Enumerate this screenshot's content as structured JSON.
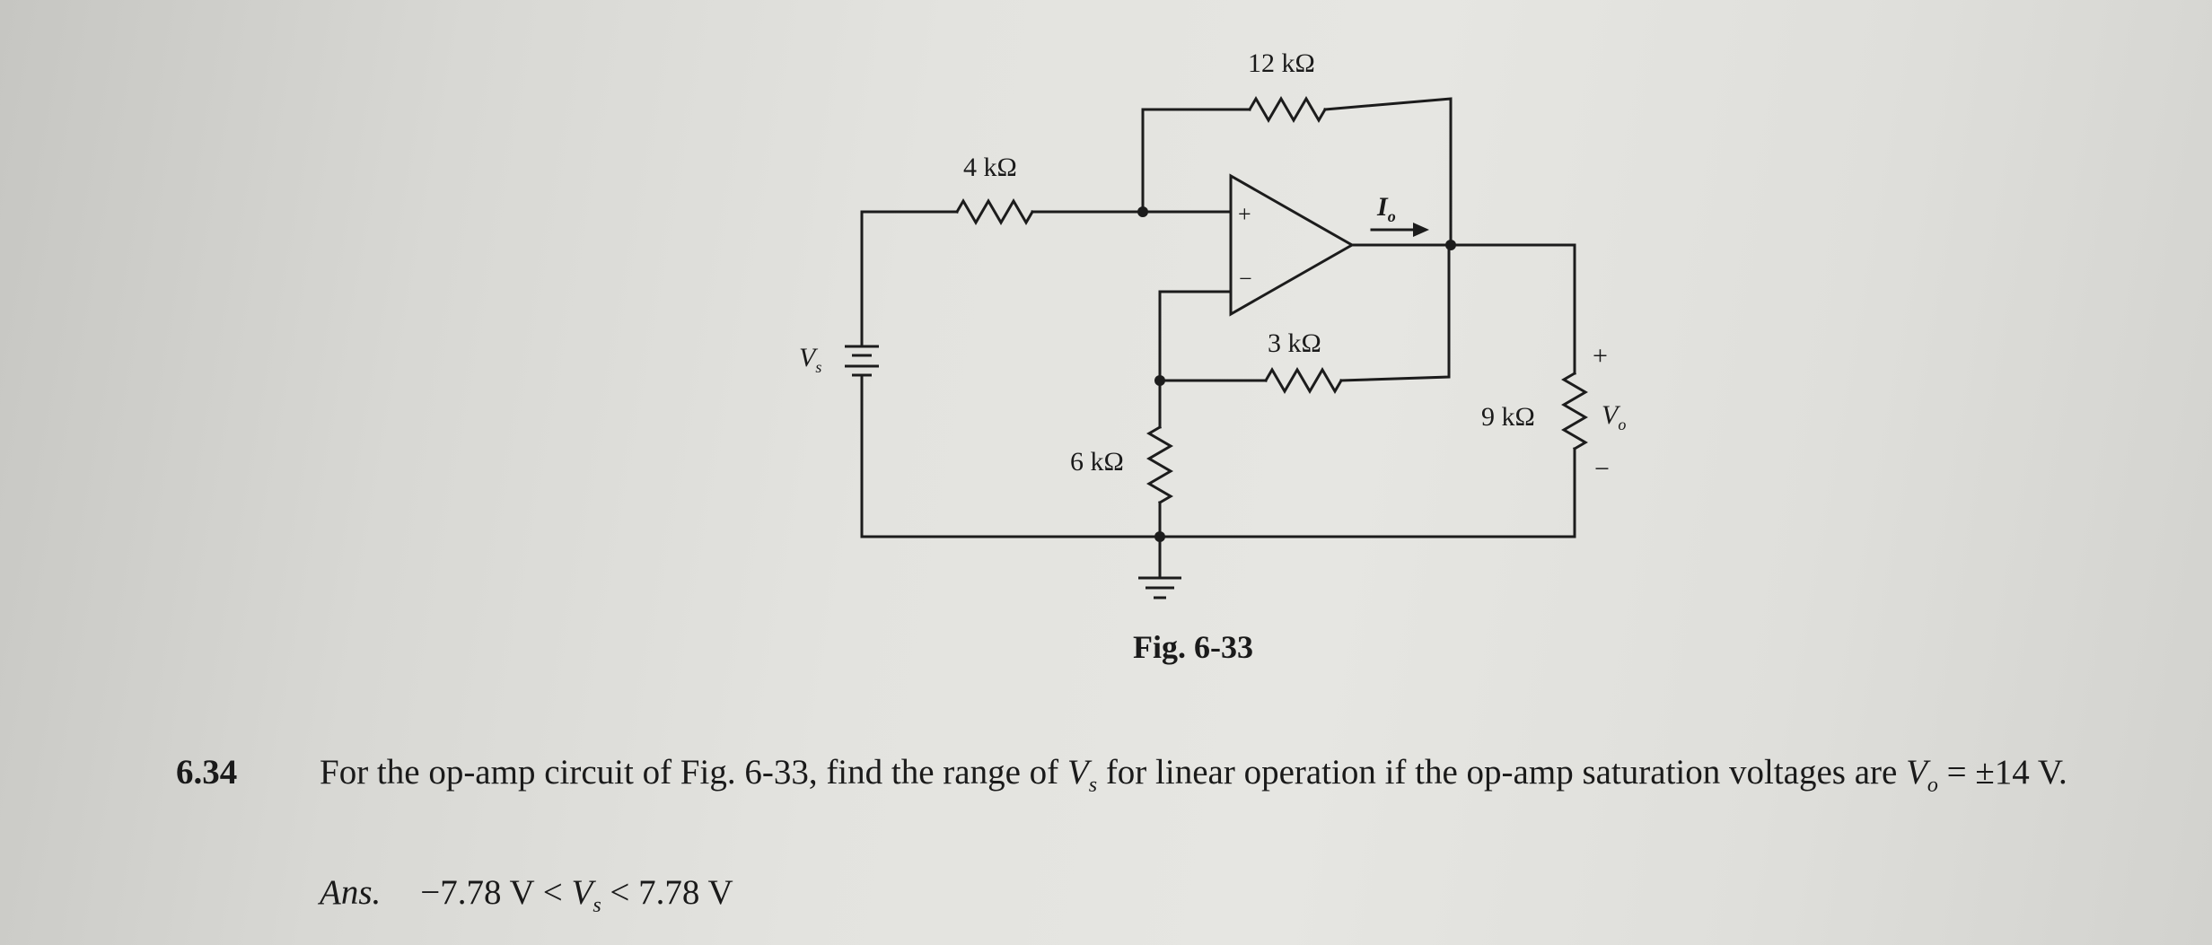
{
  "figure": {
    "resistors": {
      "r12": "12 kΩ",
      "r4": "4 kΩ",
      "r3": "3 kΩ",
      "r6": "6 kΩ",
      "r9": "9 kΩ"
    },
    "current_label": "I",
    "current_sub": "o",
    "source_label": "V",
    "source_sub": "s",
    "output_label": "V",
    "output_sub": "o",
    "plus_sign": "+",
    "minus_sign": "−",
    "opamp_plus": "+",
    "opamp_minus": "−",
    "caption": "Fig. 6-33"
  },
  "problem": {
    "number": "6.34",
    "text_1": "For the op-amp circuit of Fig. 6-33, find the range of ",
    "var_vs": "V",
    "var_vs_sub": "s",
    "text_2": " for linear operation if the op-amp saturation voltages are ",
    "var_vo": "V",
    "var_vo_sub": "o",
    "text_3": " = ±14 V.",
    "ans_label": "Ans.",
    "ans_left": "−7.78 V < ",
    "ans_var": "V",
    "ans_var_sub": "s",
    "ans_right": " < 7.78 V"
  }
}
